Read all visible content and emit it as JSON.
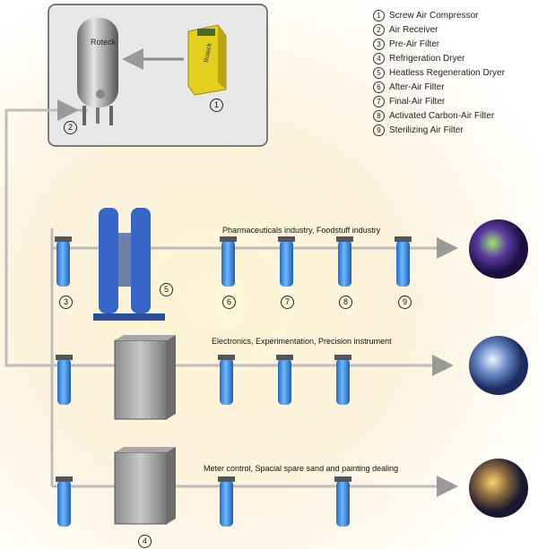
{
  "legend": [
    {
      "num": "1",
      "label": "Screw Air Compressor"
    },
    {
      "num": "2",
      "label": "Air Receiver"
    },
    {
      "num": "3",
      "label": "Pre-Air Filter"
    },
    {
      "num": "4",
      "label": "Refrigeration Dryer"
    },
    {
      "num": "5",
      "label": "Heatless Regeneration Dryer"
    },
    {
      "num": "6",
      "label": "After-Air Filter"
    },
    {
      "num": "7",
      "label": "Final-Air Filter"
    },
    {
      "num": "8",
      "label": "Activated Carbon-Air Filter"
    },
    {
      "num": "9",
      "label": "Sterilizing Air Filter"
    }
  ],
  "lines": {
    "line1": "Pharmaceuticals industry,  Foodstuff industry",
    "line2": "Electronics, Experimentation, Precision instrument",
    "line3": "Meter control, Spacial spare sand and painting dealing"
  },
  "badges": {
    "b1": "1",
    "b2": "2",
    "b3": "3",
    "b4": "4",
    "b5": "5",
    "b6": "6",
    "b7": "7",
    "b8": "8",
    "b9": "9"
  },
  "branding": {
    "tank_logo": "Roteck",
    "machine_logo": "Roteck"
  },
  "colors": {
    "filter": "#3a8fe0",
    "pipe": "#b9b9b9",
    "arrow": "#8f8f8f",
    "compressor": "#e8d21a",
    "dryer": "#2f5fc4"
  }
}
